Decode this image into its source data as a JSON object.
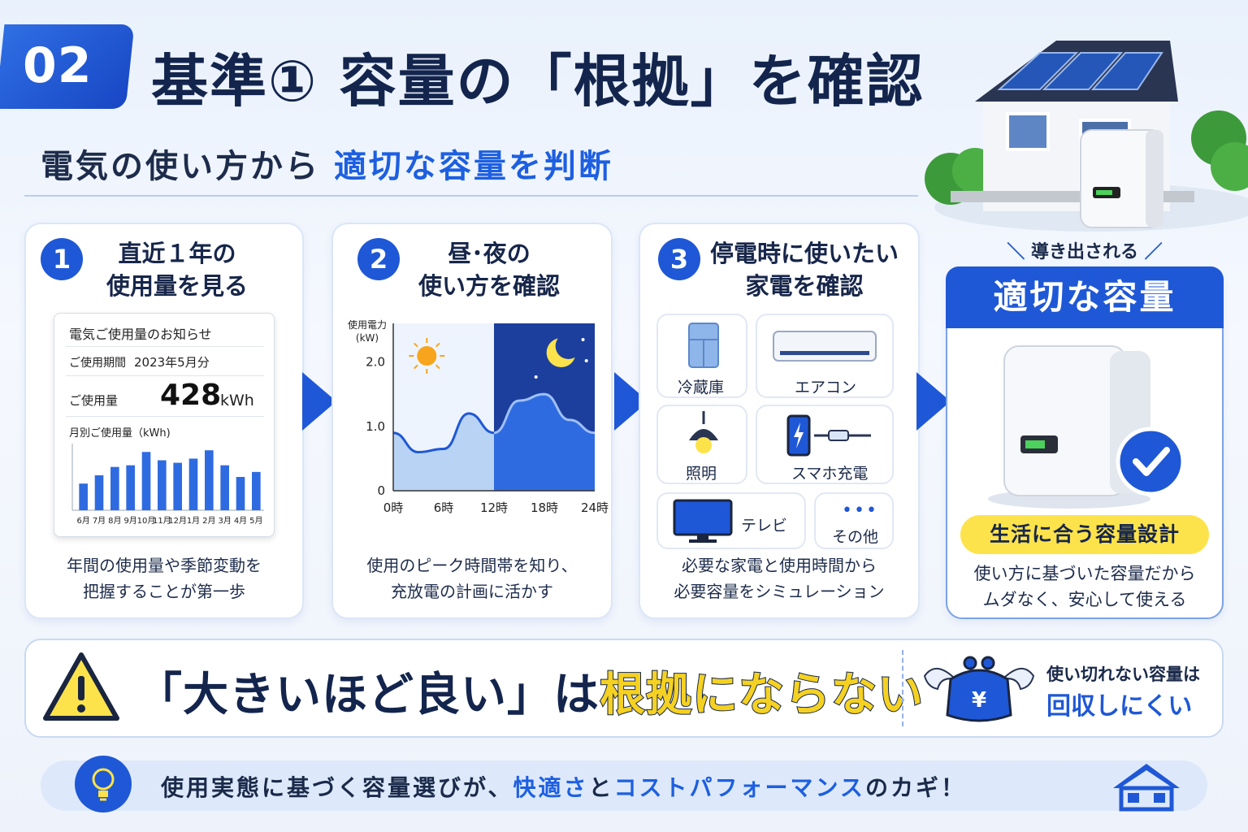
{
  "header": {
    "number": "02",
    "title": "基準① 容量の「根拠」を確認",
    "subtitle_prefix": "電気の使い方から",
    "subtitle_highlight": "適切な容量を判断"
  },
  "steps": [
    {
      "num": "1",
      "title": "直近１年の\n使用量を見る",
      "footer": "年間の使用量や季節変動を\n把握することが第一歩"
    },
    {
      "num": "2",
      "title": "昼･夜の\n使い方を確認",
      "footer": "使用のピーク時間帯を知り、\n充放電の計画に活かす"
    },
    {
      "num": "3",
      "title": "停電時に使いたい\n家電を確認",
      "footer": "必要な家電と使用時間から\n必要容量をシミュレーション"
    }
  ],
  "bill": {
    "heading": "電気ご使用量のお知らせ",
    "period_label": "ご使用期間",
    "period_value": "2023年5月分",
    "usage_label": "ご使用量",
    "usage_value": "428",
    "usage_unit": "kWh",
    "chart_label": "月別ご使用量（kWh)"
  },
  "chart_data": [
    {
      "type": "bar",
      "categories": [
        "6月",
        "7月",
        "8月",
        "9月",
        "10月",
        "11月",
        "12月",
        "1月",
        "2月",
        "3月",
        "4月",
        "5月"
      ],
      "values": [
        32,
        42,
        52,
        54,
        70,
        60,
        57,
        62,
        72,
        54,
        40,
        46
      ],
      "title": "月別ご使用量（kWh)",
      "xlabel": "",
      "ylabel": ""
    },
    {
      "type": "area",
      "x": [
        0,
        3,
        6,
        9,
        12,
        15,
        18,
        21,
        24
      ],
      "x_ticks": [
        "0時",
        "6時",
        "12時",
        "18時",
        "24時"
      ],
      "y_ticks": [
        "0",
        "1.0",
        "2.0"
      ],
      "ylabel": "使用電力\n(kW)",
      "ylim": [
        0,
        2.6
      ],
      "values": [
        0.9,
        0.6,
        0.65,
        1.2,
        0.9,
        1.4,
        1.5,
        1.1,
        0.9
      ]
    }
  ],
  "appliances": [
    {
      "label": "冷蔵庫"
    },
    {
      "label": "エアコン"
    },
    {
      "label": "照明"
    },
    {
      "label": "スマホ充電"
    },
    {
      "label": "テレビ"
    },
    {
      "label": "その他"
    }
  ],
  "result": {
    "caption": "導き出される",
    "heading": "適切な容量",
    "pill": "生活に合う容量設計",
    "desc": "使い方に基づいた容量だから\nムダなく、安心して使える"
  },
  "banner": {
    "open": "「大きいほど良い」は",
    "highlight": "根拠にならない",
    "side_line1": "使い切れない容量は",
    "side_line2": "回収しにくい",
    "yen": "¥"
  },
  "footer": {
    "p1": "使用実態に基づく容量選びが、",
    "b1": "快適さ",
    "p2": "と",
    "b2": "コストパフォーマンス",
    "p3": "のカギ！"
  },
  "colors": {
    "primary": "#1f58d6",
    "navy": "#13254d",
    "yellow": "#fde34b",
    "night": "#1c3f9e",
    "day": "#c8dcf7"
  }
}
